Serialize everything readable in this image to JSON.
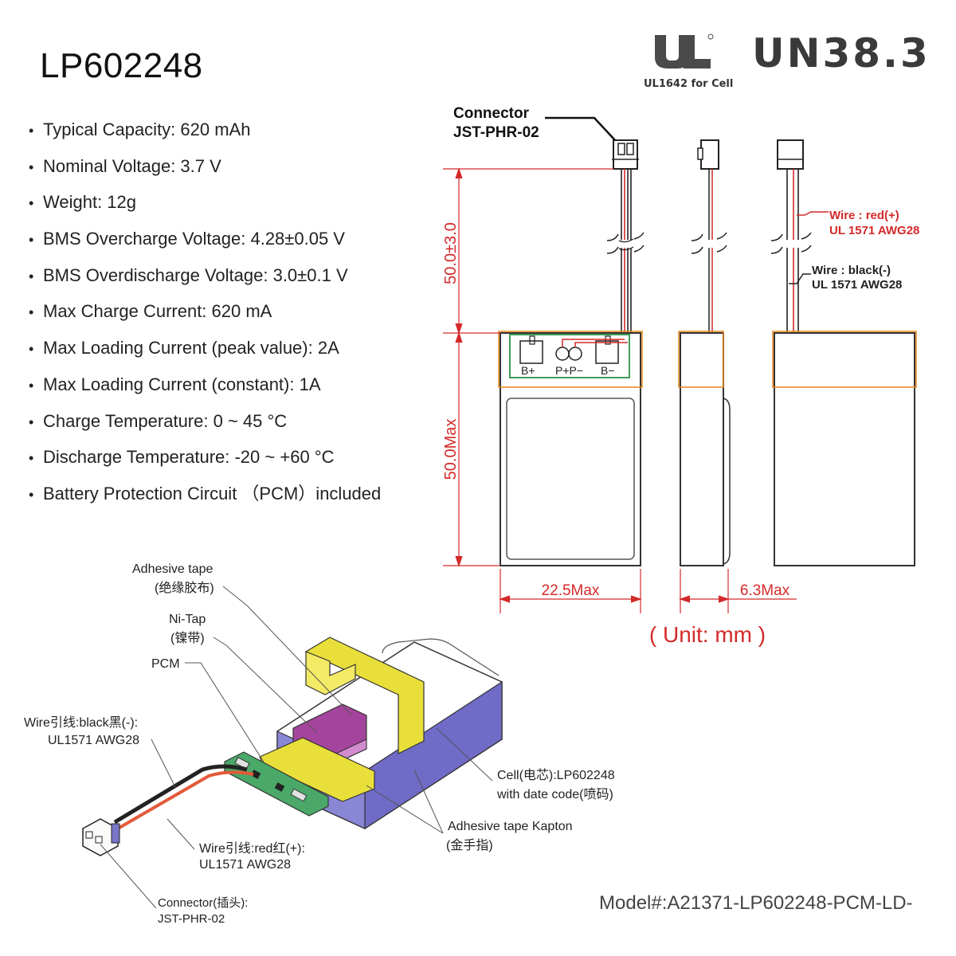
{
  "title": "LP602248",
  "specs": [
    "Typical Capacity: 620 mAh",
    "Nominal Voltage: 3.7 V",
    "Weight: 12g",
    "BMS Overcharge Voltage: 4.28±0.05 V",
    "BMS Overdischarge Voltage: 3.0±0.1 V",
    "Max Charge Current: 620 mA",
    "Max Loading Current (peak value): 2A",
    "Max Loading Current (constant): 1A",
    "Charge Temperature: 0 ~ 45 °C",
    "Discharge Temperature: -20 ~ +60 °C",
    "Battery Protection Circuit （PCM）included"
  ],
  "certifications": {
    "ul_caption": "UL1642 for Cell",
    "un": "UN38.3"
  },
  "drawing": {
    "connector_label_1": "Connector",
    "connector_label_2": "JST-PHR-02",
    "wire_red_1": "Wire : red(+)",
    "wire_red_2": "UL 1571 AWG28",
    "wire_black_1": "Wire : black(-)",
    "wire_black_2": "UL 1571 AWG28",
    "dim_lead": "50.0±3.0",
    "dim_height": "50.0Max",
    "dim_width": "22.5Max",
    "dim_thickness": "6.3Max",
    "pad_bplus": "B+",
    "pad_pp": "P+P−",
    "pad_bminus": "B−",
    "unit": "( Unit: mm )"
  },
  "exploded": {
    "adhesive_tape_1": "Adhesive tape",
    "adhesive_tape_2": "(绝缘胶布)",
    "ni_tap_1": "Ni-Tap",
    "ni_tap_2": "(镍带)",
    "pcm": "PCM",
    "wire_black_1": "Wire引线:black黑(-):",
    "wire_black_2": "UL1571 AWG28",
    "cell_1": "Cell(电芯):LP602248",
    "cell_2": "with date code(喷码)",
    "kapton_1": "Adhesive tape Kapton",
    "kapton_2": "(金手指)",
    "wire_red_1": "Wire引线:red红(+):",
    "wire_red_2": "UL1571 AWG28",
    "connector_1": "Connector(插头):",
    "connector_2": "JST-PHR-02"
  },
  "model_number": "Model#:A21371-LP602248-PCM-LD-",
  "colors": {
    "dimension_red": "#d42a2a",
    "pcm_green": "#3f9b5b",
    "outline_orange": "#e8861a",
    "cell_purple": "#6f6bc6",
    "tape_yellow": "#e9df3a",
    "tab_magenta": "#a5449c"
  }
}
